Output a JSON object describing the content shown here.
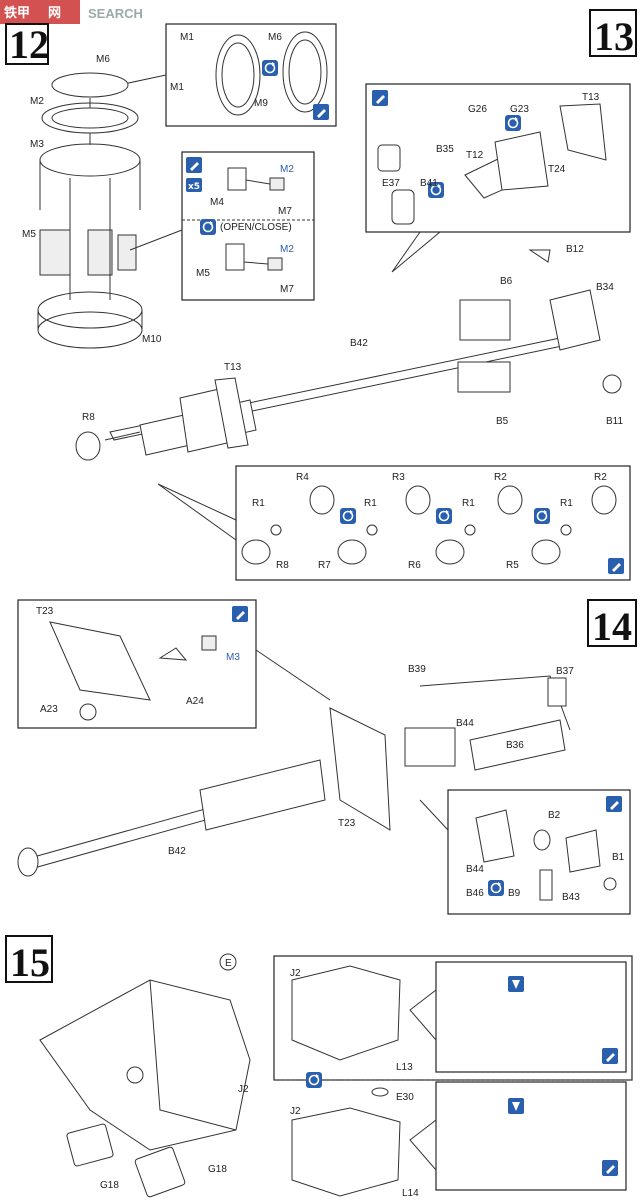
{
  "watermark": {
    "brand_cn": "铁甲",
    "brand_cn2": "网",
    "brand_en": "SEARCH"
  },
  "steps": {
    "s12": "12",
    "s13": "13",
    "s14": "14",
    "s15": "15"
  },
  "step12": {
    "inset_labels": [
      "M1",
      "M1",
      "M6",
      "M9"
    ],
    "main_labels": [
      "M6",
      "M2",
      "M3",
      "M5",
      "M10"
    ],
    "hatch_inset": {
      "labels": [
        "M4",
        "M2",
        "M7",
        "M5",
        "M2",
        "M7"
      ],
      "count": "x5",
      "open_close": "(OPEN/CLOSE)"
    }
  },
  "step13": {
    "inset_labels": [
      "G26",
      "G23",
      "T13",
      "B35",
      "T12",
      "E37",
      "B41",
      "T24"
    ],
    "main_labels": [
      "B12",
      "B6",
      "B34",
      "B42",
      "T13",
      "R8",
      "B5",
      "B11"
    ],
    "wheels": {
      "top": [
        "R1",
        "R4",
        "R1",
        "R3",
        "R1",
        "R2",
        "R1",
        "R2"
      ],
      "bottom": [
        "R8",
        "R7",
        "R6",
        "R5"
      ]
    }
  },
  "step14": {
    "inset_labels": [
      "T23",
      "M3",
      "A23",
      "A24"
    ],
    "main_labels": [
      "B39",
      "B37",
      "B44",
      "B36",
      "T23",
      "B42"
    ],
    "sub_labels": [
      "B2",
      "B44",
      "B1",
      "B46",
      "B9",
      "B43"
    ]
  },
  "step15": {
    "main_labels": [
      "E",
      "J2",
      "G18",
      "G18"
    ],
    "inset_labels": [
      "J2",
      "L13",
      "E30",
      "J2",
      "L14"
    ]
  },
  "colors": {
    "accent": "#2a5fae",
    "line": "#333333"
  },
  "icons": [
    "glue-icon",
    "rotate-icon",
    "drill-icon"
  ]
}
